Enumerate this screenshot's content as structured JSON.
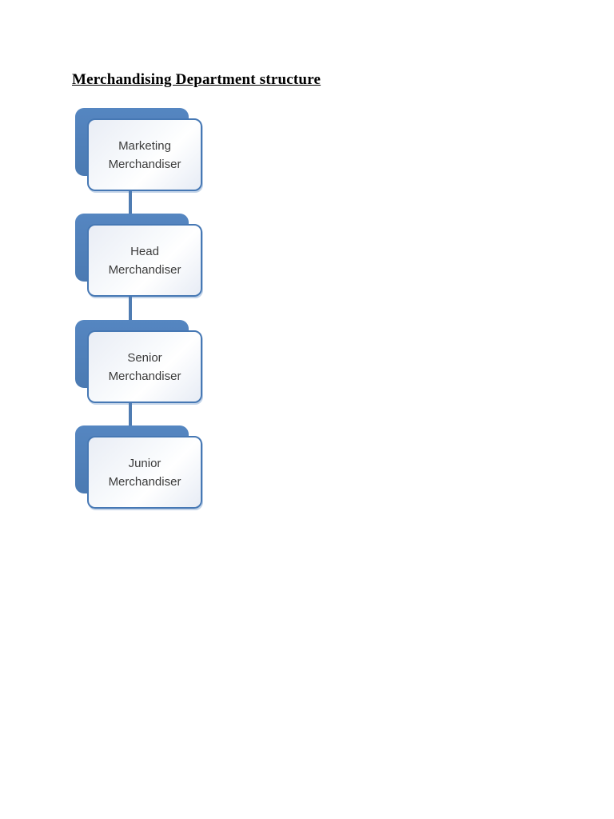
{
  "page": {
    "background": "#ffffff",
    "title": "Merchandising Department structure"
  },
  "diagram": {
    "type": "org-chart",
    "direction": "vertical",
    "nodes": [
      {
        "id": "marketing-merchandiser",
        "label": "Marketing Merchandiser",
        "lines": [
          "Marketing",
          "Merchandiser"
        ]
      },
      {
        "id": "head-merchandiser",
        "label": "Head Merchandiser",
        "lines": [
          "Head",
          "Merchandiser"
        ]
      },
      {
        "id": "senior-merchandiser",
        "label": "Senior Merchandiser",
        "lines": [
          "Senior",
          "Merchandiser"
        ]
      },
      {
        "id": "junior-merchandiser",
        "label": "Junior Merchandiser",
        "lines": [
          "Junior",
          "Merchandiser"
        ]
      }
    ],
    "edges": [
      [
        "marketing-merchandiser",
        "head-merchandiser"
      ],
      [
        "head-merchandiser",
        "senior-merchandiser"
      ],
      [
        "senior-merchandiser",
        "junior-merchandiser"
      ]
    ],
    "colors": {
      "panel_blue": "#4f81bd",
      "card_border": "#4678b4",
      "card_fill_light": "#e9edf5",
      "connector": "#4f7cb2",
      "label_text": "#3c3c3c"
    }
  }
}
